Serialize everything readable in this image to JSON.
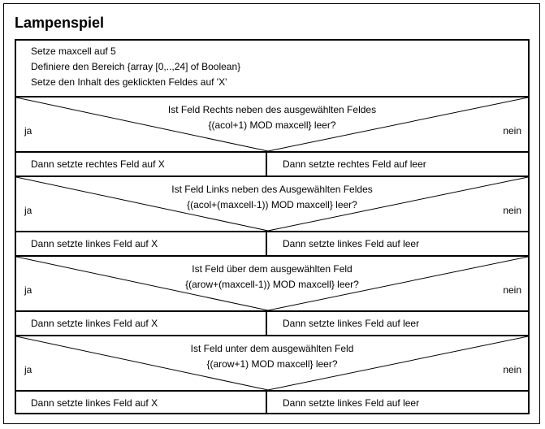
{
  "title": "Lampenspiel",
  "init": [
    "Setze maxcell auf 5",
    "Definiere den Bereich {array [0,..,24] of Boolean}",
    "Setze den Inhalt des geklickten Feldes auf 'X'"
  ],
  "decisions": [
    {
      "question1": "Ist Feld Rechts neben des ausgewählten Feldes",
      "question2": "{(acol+1) MOD maxcell} leer?",
      "yes": "ja",
      "no": "nein",
      "then": "Dann setzte rechtes Feld auf X",
      "else": "Dann setzte rechtes Feld auf leer"
    },
    {
      "question1": "Ist Feld Links neben des Ausgewählten Feldes",
      "question2": "{(acol+(maxcell-1)) MOD maxcell} leer?",
      "yes": "ja",
      "no": "nein",
      "then": "Dann setzte linkes Feld auf X",
      "else": "Dann setzte linkes Feld auf leer"
    },
    {
      "question1": "Ist Feld über dem ausgewählten Feld",
      "question2": "{(arow+(maxcell-1)) MOD maxcell} leer?",
      "yes": "ja",
      "no": "nein",
      "then": "Dann setzte linkes Feld auf X",
      "else": "Dann setzte linkes Feld auf leer"
    },
    {
      "question1": "Ist Feld unter dem ausgewählten Feld",
      "question2": "{(arow+1) MOD maxcell} leer?",
      "yes": "ja",
      "no": "nein",
      "then": "Dann setzte linkes Feld auf X",
      "else": "Dann setzte linkes Feld auf leer"
    }
  ]
}
